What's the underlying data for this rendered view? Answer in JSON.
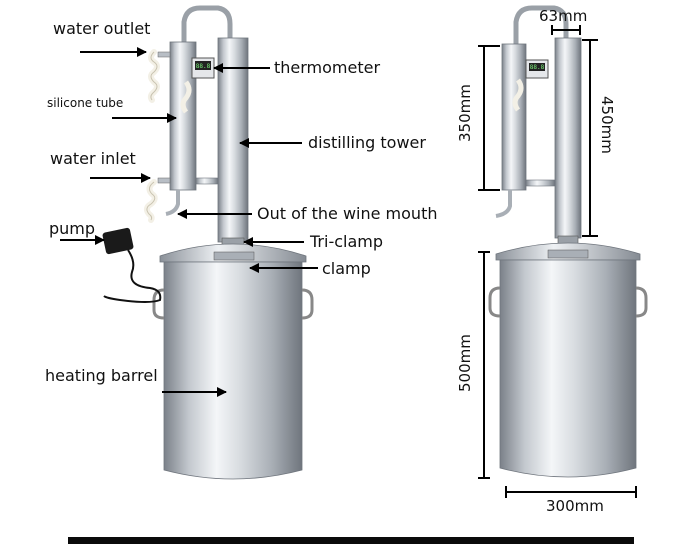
{
  "labels": {
    "water_outlet": "water outlet",
    "silicone_tube": "silicone tube",
    "water_inlet": "water inlet",
    "pump": "pump",
    "thermometer": "thermometer",
    "distilling_tower": "distilling tower",
    "wine_mouth": "Out of the wine mouth",
    "tri_clamp": "Tri-clamp",
    "clamp": "clamp",
    "heating_barrel": "heating barrel"
  },
  "dimensions": {
    "tube_diameter": "63mm",
    "condenser_height": "350mm",
    "tower_height": "450mm",
    "barrel_height": "500mm",
    "barrel_diameter": "300mm"
  },
  "thermometer_display": "88.8",
  "colors": {
    "steel_light": "#eef1f4",
    "steel_mid": "#c3c8ce",
    "steel_dark": "#7b8189",
    "arrow": "#000000",
    "tube": "#f3f0e6"
  }
}
